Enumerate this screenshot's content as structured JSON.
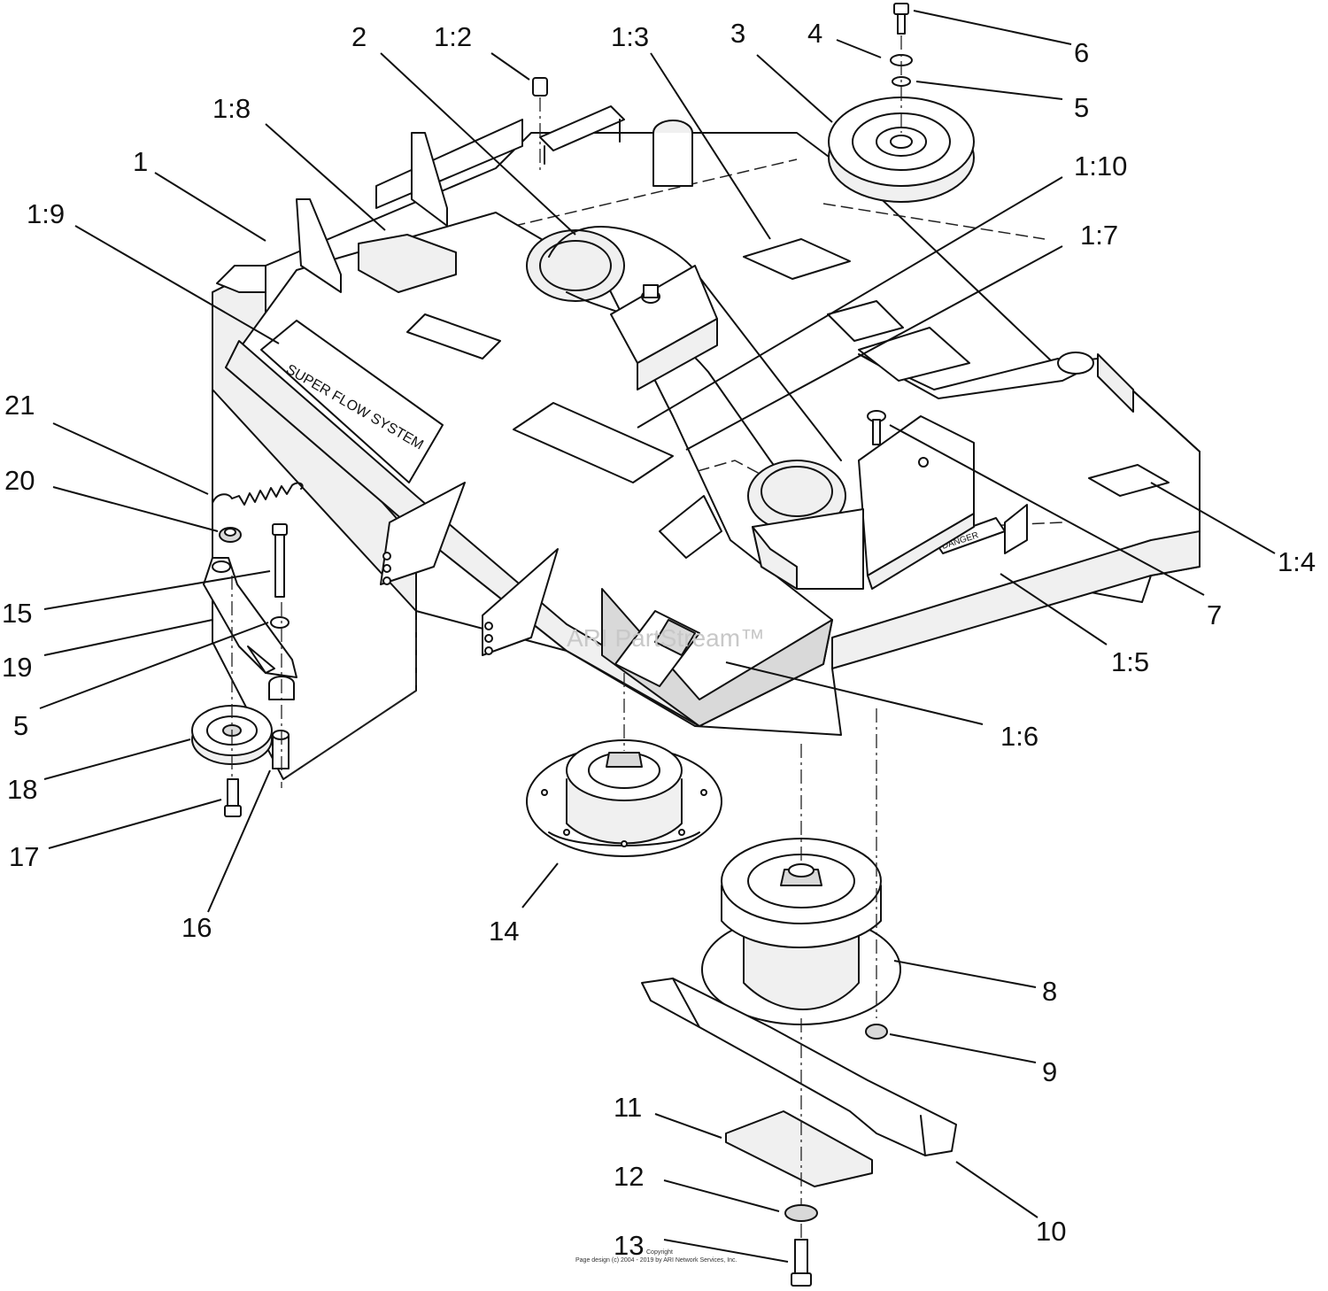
{
  "decals": {
    "super_flow": "SUPER FLOW SYSTEM",
    "danger": "DANGER"
  },
  "watermark": "ARI PartStream™",
  "copyright": {
    "line1": "Copyright",
    "line2": "Page design (c) 2004 - 2019 by ARI Network Services, Inc."
  },
  "callouts": [
    {
      "id": "c-1",
      "label": "1"
    },
    {
      "id": "c-1-2",
      "label": "1:2"
    },
    {
      "id": "c-1-3",
      "label": "1:3"
    },
    {
      "id": "c-1-4",
      "label": "1:4"
    },
    {
      "id": "c-1-5",
      "label": "1:5"
    },
    {
      "id": "c-1-6",
      "label": "1:6"
    },
    {
      "id": "c-1-7",
      "label": "1:7"
    },
    {
      "id": "c-1-8",
      "label": "1:8"
    },
    {
      "id": "c-1-9",
      "label": "1:9"
    },
    {
      "id": "c-1-10",
      "label": "1:10"
    },
    {
      "id": "c-2",
      "label": "2"
    },
    {
      "id": "c-3",
      "label": "3"
    },
    {
      "id": "c-4",
      "label": "4"
    },
    {
      "id": "c-5a",
      "label": "5"
    },
    {
      "id": "c-5b",
      "label": "5"
    },
    {
      "id": "c-6",
      "label": "6"
    },
    {
      "id": "c-7",
      "label": "7"
    },
    {
      "id": "c-8",
      "label": "8"
    },
    {
      "id": "c-9",
      "label": "9"
    },
    {
      "id": "c-10",
      "label": "10"
    },
    {
      "id": "c-11",
      "label": "11"
    },
    {
      "id": "c-12",
      "label": "12"
    },
    {
      "id": "c-13",
      "label": "13"
    },
    {
      "id": "c-14",
      "label": "14"
    },
    {
      "id": "c-15",
      "label": "15"
    },
    {
      "id": "c-16",
      "label": "16"
    },
    {
      "id": "c-17",
      "label": "17"
    },
    {
      "id": "c-18",
      "label": "18"
    },
    {
      "id": "c-19",
      "label": "19"
    },
    {
      "id": "c-20",
      "label": "20"
    },
    {
      "id": "c-21",
      "label": "21"
    }
  ]
}
